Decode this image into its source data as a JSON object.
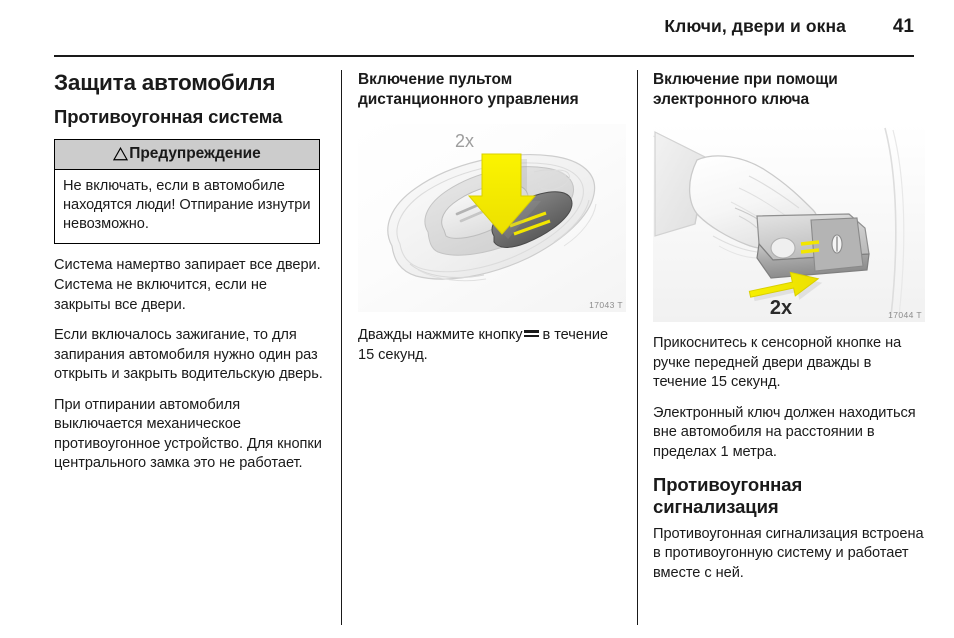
{
  "header": {
    "title": "Ключи, двери и окна",
    "page_number": "41"
  },
  "left_column": {
    "section_title": "Защита автомобиля",
    "subsection_title": "Противоугонная система",
    "warning": {
      "icon": "warning-triangle-icon",
      "label": "Предупреждение",
      "text": "Не включать, если в автомобиле находятся люди! Отпирание изнутри невозможно."
    },
    "paragraphs": [
      "Система намертво запирает все двери. Система не включится, если не закрыты все двери.",
      "Если включалось зажигание, то для запирания автомобиля нужно один раз открыть и закрыть водительскую дверь.",
      "При отпирании автомобиля выключается механическое противоугонное устройство. Для кнопки центрального замка это не работает."
    ]
  },
  "middle_column": {
    "heading": "Включение пультом дистанционного управления",
    "figure": {
      "name": "remote-key-fob-illustration",
      "annotation": "2x",
      "figure_number": "17043 T",
      "arrow_color": "#f2e600",
      "lock_symbol_color": "#f2e600"
    },
    "caption_before_icon": "Дважды нажмите кнопку",
    "caption_icon": "lock-button-icon",
    "caption_after_icon": "в течение 15 секунд."
  },
  "right_column": {
    "heading": "Включение при помощи электронного ключа",
    "figure": {
      "name": "hand-on-door-handle-illustration",
      "annotation": "2x",
      "figure_number": "17044 T",
      "arrow_color": "#f2e600",
      "lock_symbol_color": "#f2e600"
    },
    "paragraphs": [
      "Прикоснитесь к сенсорной кнопке на ручке передней двери дважды в течение 15 секунд.",
      "Электронный ключ должен находиться вне автомобиля на расстоянии в пределах 1 метра."
    ],
    "block_heading": "Противоугонная сигнализация",
    "block_paragraph": "Противоугонная сигнализация встроена в противоугонную систему и работает вместе с ней."
  }
}
